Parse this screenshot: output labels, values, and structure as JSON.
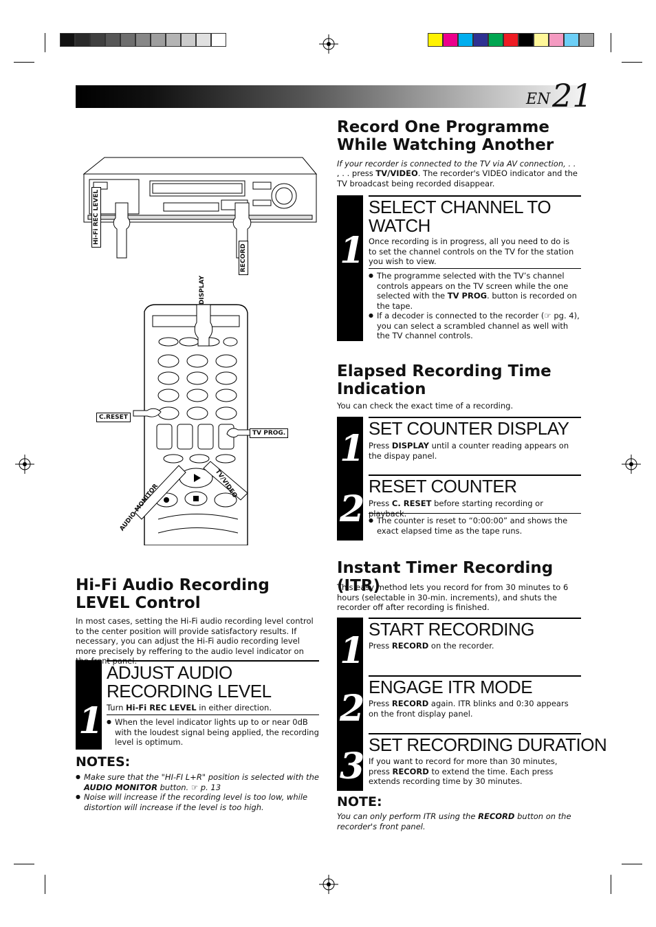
{
  "colors": {
    "gray_swatches": [
      "#111111",
      "#2a2a2a",
      "#404040",
      "#575757",
      "#6e6e6e",
      "#878787",
      "#9e9e9e",
      "#b4b4b4",
      "#cbcbcb",
      "#e0e0e0",
      "#ffffff"
    ],
    "color_swatches": [
      "#fff200",
      "#ec008c",
      "#00aeef",
      "#2e3192",
      "#00a651",
      "#ed1c24",
      "#000000",
      "#fff799",
      "#f49ac1",
      "#6dcff6",
      "#a0a0a0"
    ]
  },
  "header": {
    "en": "EN",
    "page": "21"
  },
  "record_one": {
    "title": "Record One Programme While Watching Another",
    "intro_1": "If your recorder is connected to the TV via AV connection, . . .",
    "intro_2a": ". . . press ",
    "intro_2b": "TV/VIDEO",
    "intro_2c": ". The recorder's VIDEO indicator and the TV broadcast being recorded disappear.",
    "step1_num": "1",
    "step1_title": "SELECT CHANNEL TO WATCH",
    "step1_body": "Once recording is in progress, all you need to do is to set the channel controls on the TV for the station you wish to view.",
    "bullet1_a": "The programme selected with the TV’s channel controls appears on the TV screen while the one selected with the ",
    "bullet1_b": "TV PROG",
    "bullet1_c": ". button is recorded on the tape.",
    "bullet2_a": "If a decoder is connected to the recorder (☞ pg. 4), you can select a scrambled channel as well with the TV channel controls."
  },
  "elapsed": {
    "title": "Elapsed Recording Time Indication",
    "intro": "You can check the exact time of a recording.",
    "step1_num": "1",
    "step1_title": "SET COUNTER DISPLAY",
    "step1_a": "Press ",
    "step1_b": "DISPLAY",
    "step1_c": " until a counter reading appears on the dispay panel.",
    "step2_num": "2",
    "step2_title": "RESET COUNTER",
    "step2_a": "Press ",
    "step2_b": "C. RESET",
    "step2_c": " before starting recording or playback.",
    "bullet": "The counter is reset to “0:00:00” and shows the exact elapsed time as the tape runs."
  },
  "itr": {
    "title": "Instant Timer Recording (ITR)",
    "intro": "This easy method lets you record for from 30 minutes to 6 hours (selectable in 30-min. increments), and shuts the recorder off after recording is finished.",
    "step1_num": "1",
    "step1_title": "START RECORDING",
    "step1_a": "Press ",
    "step1_b": "RECORD",
    "step1_c": " on the recorder.",
    "step2_num": "2",
    "step2_title": "ENGAGE ITR MODE",
    "step2_a": "Press ",
    "step2_b": "RECORD",
    "step2_c": " again. ITR blinks and 0:30 appears on the front display panel.",
    "step3_num": "3",
    "step3_title": "SET RECORDING DURATION",
    "step3_a": "If you want to record for more than 30 minutes, press ",
    "step3_b": "RECORD",
    "step3_c": " to extend the time. Each press extends recording time by 30 minutes.",
    "note_heading": "NOTE:",
    "note_a": "You can only perform ITR using the ",
    "note_b": "RECORD",
    "note_c": " button on the recorder's front panel."
  },
  "hifi": {
    "title": "Hi-Fi Audio Recording LEVEL Control",
    "intro": "In most cases, setting the Hi-Fi audio recording level control to the center position will provide satisfactory results. If necessary, you can adjust the Hi-Fi audio recording level more precisely by reffering to the audio level indicator on the front panel.",
    "step1_num": "1",
    "step1_title": "ADJUST AUDIO RECORDING LEVEL",
    "step1_a": "Turn ",
    "step1_b": "Hi-Fi REC LEVEL",
    "step1_c": " in either direction.",
    "bullet": "When the level indicator lights up to or near 0dB with the loudest signal being applied, the recording level is optimum.",
    "notes_heading": "NOTES:",
    "note1_a": "Make sure that the \"HI-FI L+R\" position is selected with the ",
    "note1_b": "AUDIO MONITOR",
    "note1_c": " button. ☞ p. 13",
    "note2": "Noise will increase if the recording level is too low, while distortion will increase if the level is too high."
  },
  "illustration": {
    "label_hifi_rec_level": "Hi-Fi REC LEVEL",
    "label_record": "RECORD",
    "label_display": "DISPLAY",
    "label_c_reset": "C.RESET",
    "label_tv_prog": "TV PROG.",
    "label_tv_video": "TV/VIDEO",
    "label_audio_monitor": "AUDIO MONITOR"
  }
}
